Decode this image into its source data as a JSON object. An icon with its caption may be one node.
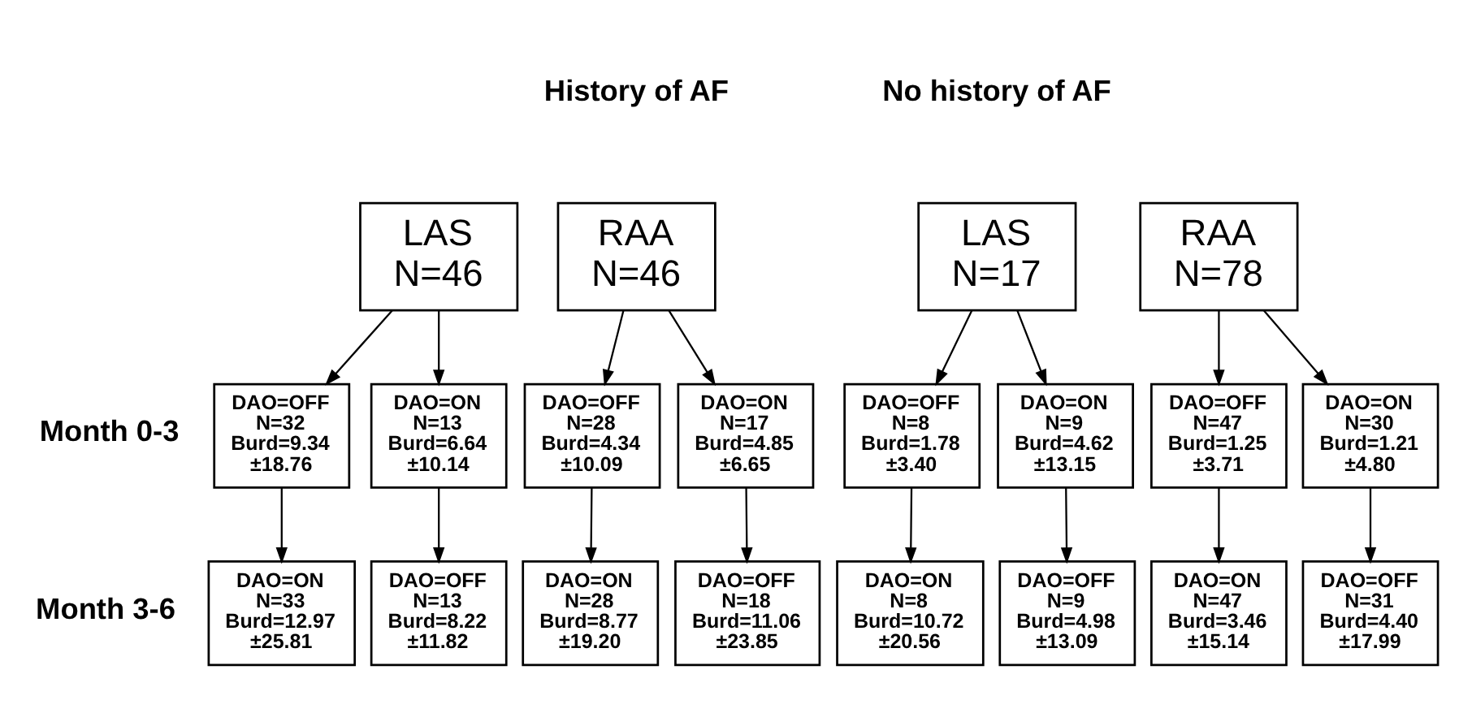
{
  "diagram": {
    "nodes": [
      {
        "text": [
          "LAS",
          "N=46"
        ]
      },
      {
        "text": [
          "RAA",
          "N=46"
        ]
      },
      {
        "text": [
          "LAS",
          "N=17"
        ]
      },
      {
        "text": [
          "RAA",
          "N=78"
        ]
      },
      {
        "text": [
          "DAO=OFF",
          "N=32",
          "Burd=9.34",
          "±18.76"
        ]
      },
      {
        "text": [
          "DAO=ON",
          "N=13",
          "Burd=6.64",
          "±10.14"
        ]
      },
      {
        "text": [
          "DAO=OFF",
          "N=28",
          "Burd=4.34",
          "±10.09"
        ]
      },
      {
        "text": [
          "DAO=ON",
          "N=17",
          "Burd=4.85",
          "±6.65"
        ]
      },
      {
        "text": [
          "DAO=OFF",
          "N=8",
          "Burd=1.78",
          "±3.40"
        ]
      },
      {
        "text": [
          "DAO=ON",
          "N=9",
          "Burd=4.62",
          "±13.15"
        ]
      },
      {
        "text": [
          "DAO=OFF",
          "N=47",
          "Burd=1.25",
          "±3.71"
        ]
      },
      {
        "text": [
          "DAO=ON",
          "N=30",
          "Burd=1.21",
          "±4.80"
        ]
      },
      {
        "text": [
          "DAO=ON",
          "N=33",
          "Burd=12.97",
          "±25.81"
        ]
      },
      {
        "text": [
          "DAO=OFF",
          "N=13",
          "Burd=8.22",
          "±11.82"
        ]
      },
      {
        "text": [
          "DAO=ON",
          "N=28",
          "Burd=8.77",
          "±19.20"
        ]
      },
      {
        "text": [
          "DAO=OFF",
          "N=18",
          "Burd=11.06",
          "±23.85"
        ]
      },
      {
        "text": [
          "DAO=ON",
          "N=8",
          "Burd=10.72",
          "±20.56"
        ]
      },
      {
        "text": [
          "DAO=OFF",
          "N=9",
          "Burd=4.98",
          "±13.09"
        ]
      },
      {
        "text": [
          "DAO=ON",
          "N=47",
          "Burd=3.46",
          "±15.14"
        ]
      },
      {
        "text": [
          "DAO=OFF",
          "N=31",
          "Burd=4.40",
          "±17.99"
        ]
      }
    ],
    "edges": [
      {
        "from": 0,
        "to": 4,
        "arrow": "to"
      },
      {
        "from": 0,
        "to": 5,
        "arrow": "to"
      },
      {
        "from": 1,
        "to": 6,
        "arrow": "to"
      },
      {
        "from": 1,
        "to": 7,
        "arrow": "to"
      },
      {
        "from": 2,
        "to": 8,
        "arrow": "to"
      },
      {
        "from": 2,
        "to": 9,
        "arrow": "to"
      },
      {
        "from": 3,
        "to": 10,
        "arrow": "to"
      },
      {
        "from": 3,
        "to": 11,
        "arrow": "to"
      },
      {
        "from": 4,
        "to": 12,
        "arrow": "to"
      },
      {
        "from": 5,
        "to": 13,
        "arrow": "to"
      },
      {
        "from": 6,
        "to": 14,
        "arrow": "to"
      },
      {
        "from": 7,
        "to": 15,
        "arrow": "to"
      },
      {
        "from": 8,
        "to": 16,
        "arrow": "to"
      },
      {
        "from": 9,
        "to": 17,
        "arrow": "to"
      },
      {
        "from": 10,
        "to": 18,
        "arrow": "to"
      },
      {
        "from": 11,
        "to": 19,
        "arrow": "to"
      }
    ],
    "labels": [
      "History of AF",
      "No history of AF",
      "Month 0-3",
      "Month 3-6"
    ]
  }
}
